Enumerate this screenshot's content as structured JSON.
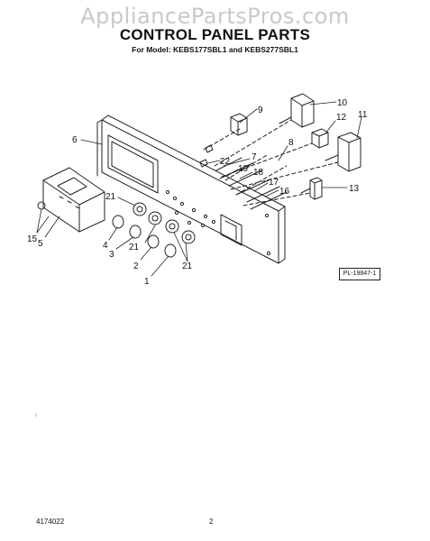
{
  "watermark": "AppliancePartsPros.com",
  "header": {
    "title": "CONTROL PANEL PARTS",
    "subtitle": "For Model: KEBS177SBL1 and KEBS277SBL1"
  },
  "diagram": {
    "reference_code": "PL-19847-1",
    "callouts": {
      "c1": "1",
      "c2": "2",
      "c3": "3",
      "c4": "4",
      "c5": "5",
      "c6": "6",
      "c7": "7",
      "c8": "8",
      "c9": "9",
      "c10": "10",
      "c11": "11",
      "c12": "12",
      "c13": "13",
      "c15": "15",
      "c16": "16",
      "c17": "17",
      "c18": "18",
      "c19": "19",
      "c21a": "21",
      "c21b": "21",
      "c21c": "21",
      "c22": "22"
    }
  },
  "footer": {
    "doc_number": "4174022",
    "page_number": "2"
  }
}
